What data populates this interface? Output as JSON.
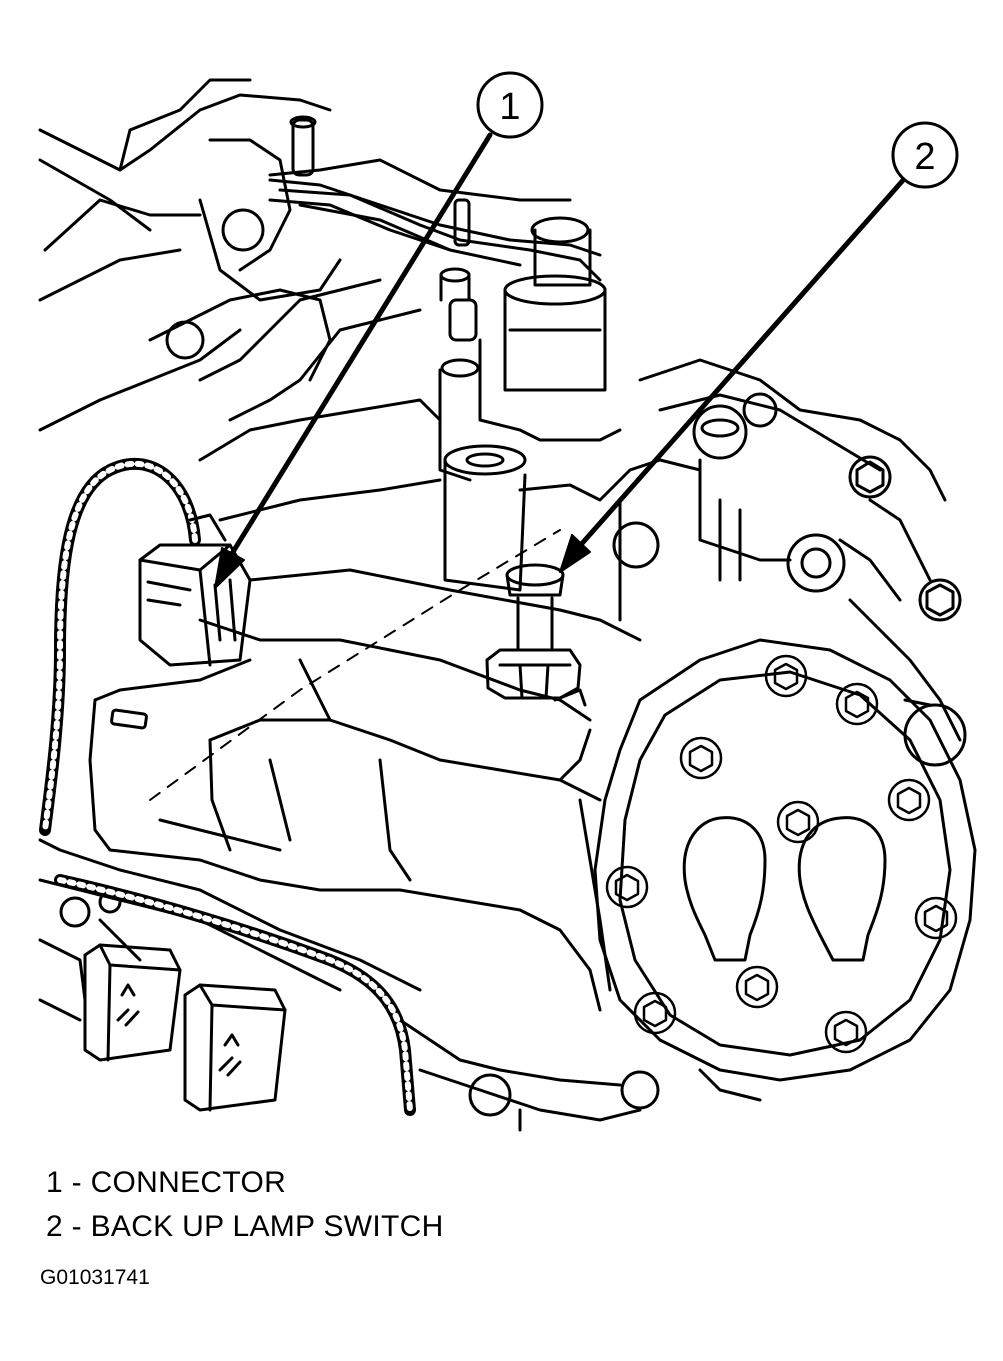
{
  "figure": {
    "callouts": [
      {
        "number": "1",
        "label": "CONNECTOR"
      },
      {
        "number": "2",
        "label": "BACK UP LAMP SWITCH"
      }
    ],
    "figure_id": "G01031741"
  },
  "colors": {
    "ink": "#000000",
    "paper": "#ffffff"
  }
}
